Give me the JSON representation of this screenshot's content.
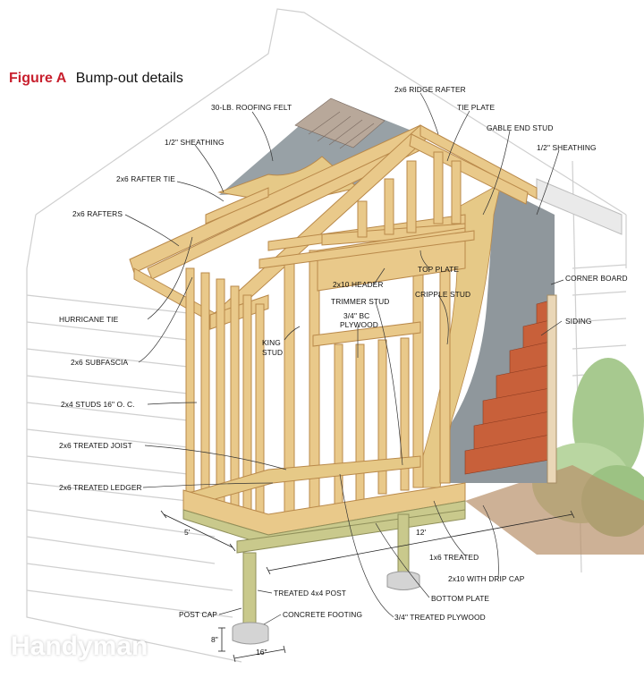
{
  "figure": {
    "number": "Figure A",
    "title": "Bump-out details"
  },
  "labels": {
    "roofing_felt": "30-LB. ROOFING FELT",
    "ridge_rafter": "2x6 RIDGE RAFTER",
    "tie_plate": "TIE PLATE",
    "gable_end_stud": "GABLE END STUD",
    "sheathing_left": "1/2\" SHEATHING",
    "sheathing_right": "1/2\" SHEATHING",
    "rafter_tie": "2x6 RAFTER TIE",
    "rafters": "2x6 RAFTERS",
    "corner_board": "CORNER BOARD",
    "siding": "SIDING",
    "top_plate": "TOP PLATE",
    "header": "2x10 HEADER",
    "trimmer_stud": "TRIMMER STUD",
    "cripple_stud": "CRIPPLE STUD",
    "bc_plywood_1": "3/4\" BC",
    "bc_plywood_2": "PLYWOOD",
    "king_stud_1": "KING",
    "king_stud_2": "STUD",
    "hurricane_tie": "HURRICANE TIE",
    "subfascia": "2x6 SUBFASCIA",
    "studs": "2x4 STUDS 16\" O. C.",
    "treated_joist": "2x6 TREATED JOIST",
    "treated_ledger": "2x6 TREATED LEDGER",
    "treated_1x6": "1x6 TREATED",
    "drip_cap": "2x10 WITH DRIP CAP",
    "bottom_plate": "BOTTOM PLATE",
    "treated_post": "TREATED 4x4 POST",
    "post_cap": "POST CAP",
    "concrete_footing": "CONCRETE FOOTING",
    "treated_plywood": "3/4\" TREATED PLYWOOD"
  },
  "dimensions": {
    "depth": "5'",
    "width": "12'",
    "footing_height": "8\"",
    "footing_width": "16\""
  },
  "brand": "Handyman",
  "colors": {
    "lumber": "#e9c98a",
    "lumber_edge": "#b9894a",
    "treated": "#c9c98c",
    "osb": "#e6c987",
    "wrap": "#8f979c",
    "siding": "#c8603a",
    "house_line": "#c9c9c9",
    "shingle": "#b8a89a",
    "title_red": "#c8202e"
  }
}
